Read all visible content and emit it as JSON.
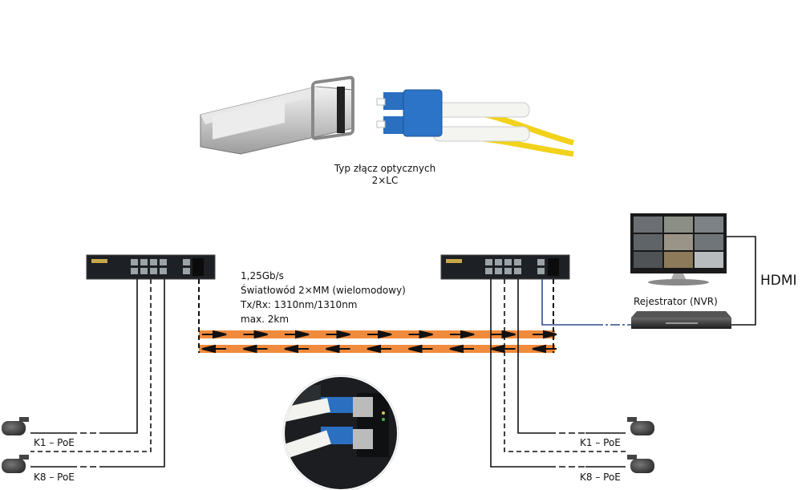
{
  "connector": {
    "caption_line1": "Typ złącz optycznych",
    "caption_line2": "2×LC"
  },
  "link": {
    "speed": "1,25Gb/s",
    "fiber": "Światłowód 2×MM (wielomodowy)",
    "wavelength": "Tx/Rx: 1310nm/1310nm",
    "distance": "max. 2km"
  },
  "left_site": {
    "cameras": [
      {
        "label": "K1 – PoE"
      },
      {
        "label": "K8 – PoE"
      }
    ]
  },
  "right_site": {
    "cameras": [
      {
        "label": "K1 – PoE"
      },
      {
        "label": "K8 – PoE"
      }
    ],
    "nvr_label": "Rejestrator (NVR)",
    "monitor_link_label": "HDMI"
  },
  "colors": {
    "fiber_orange": "#f08a3c",
    "arrow": "#111111",
    "uplink_blue": "#2f4f8f",
    "switch_body": "#1d2024",
    "lc_blue": "#2a6fc0",
    "cable_yellow": "#f2d21a"
  }
}
